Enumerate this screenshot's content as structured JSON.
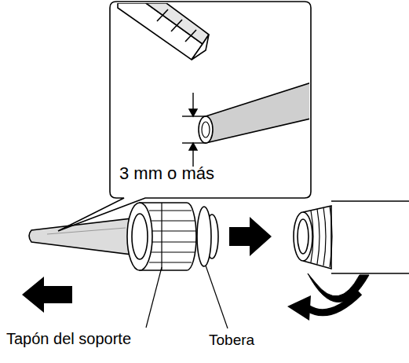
{
  "diagram": {
    "nodes": [
      {
        "text": [
          "3 mm o más"
        ]
      }
    ],
    "labels": [
      "Tapón del soporte",
      "Tobera"
    ]
  }
}
